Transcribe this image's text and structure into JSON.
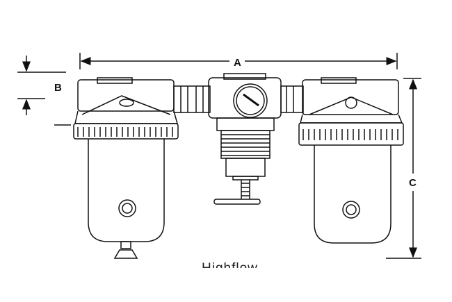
{
  "dimensions": {
    "a_label": "A",
    "b_label": "B",
    "c_label": "C"
  },
  "caption": "Highflow"
}
